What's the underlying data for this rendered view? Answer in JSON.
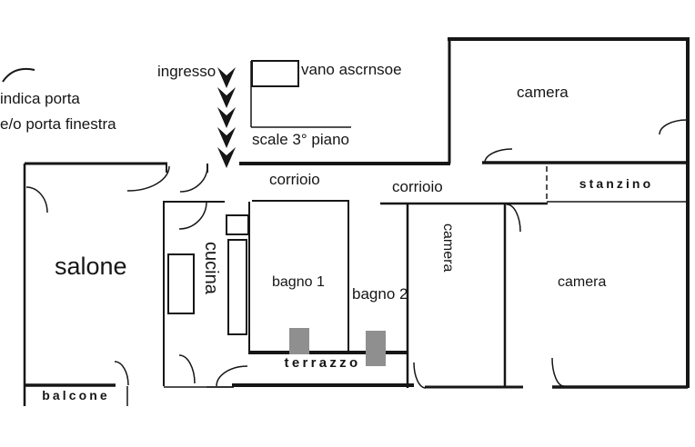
{
  "colors": {
    "ink": "#161616",
    "door_marker_fill": "#8f8f8f",
    "background": "#ffffff"
  },
  "legend": {
    "line1": "indica porta",
    "line2": "e/o porta finestra"
  },
  "entrance": {
    "label": "ingresso"
  },
  "elevator": {
    "label": "vano ascrnsoe"
  },
  "stairs": {
    "label": "scale 3° piano"
  },
  "rooms": {
    "camera_top": {
      "label": "camera"
    },
    "corridor_1": {
      "label": "corrioio"
    },
    "corridor_2": {
      "label": "corrioio"
    },
    "stanzino": {
      "label": "stanzino"
    },
    "salone": {
      "label": "salone"
    },
    "cucina": {
      "label": "cucina"
    },
    "bagno_1": {
      "label": "bagno 1"
    },
    "bagno_2": {
      "label": "bagno 2"
    },
    "camera_mid": {
      "label": "camera"
    },
    "camera_right": {
      "label": "camera"
    },
    "terrazzo": {
      "label": "terrazzo"
    },
    "balcone": {
      "label": "balcone"
    }
  }
}
